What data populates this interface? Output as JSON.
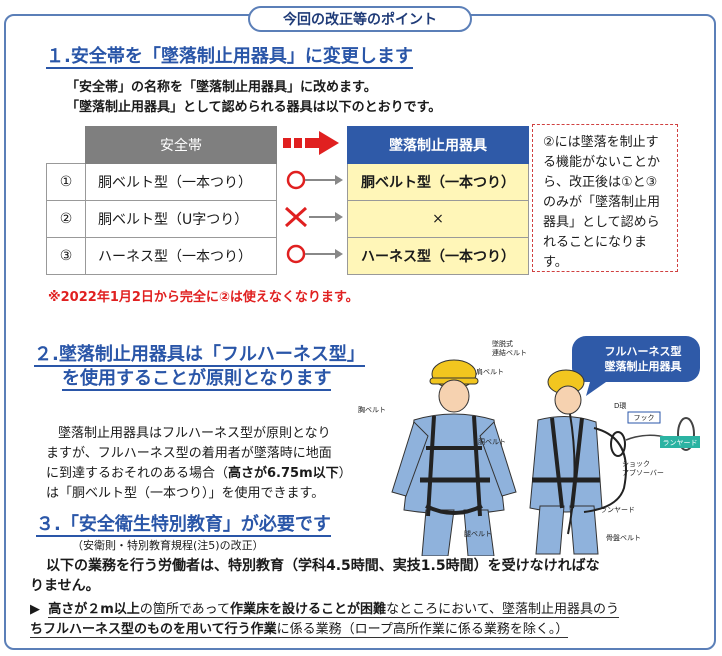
{
  "header": {
    "tab_title": "今回の改正等のポイント"
  },
  "section1": {
    "title": "１.安全帯を「墜落制止用器具」に変更します",
    "line1": "「安全帯」の名称を「墜落制止用器具」に改めます。",
    "line2": "「墜落制止用器具」として認められる器具は以下のとおりです。",
    "table": {
      "left_header": "安全帯",
      "right_header": "墜落制止用器具",
      "rows": [
        {
          "num": "①",
          "type": "胴ベルト型（一本つり）",
          "mark": "ok",
          "result": "胴ベルト型（一本つり）"
        },
        {
          "num": "②",
          "type": "胴ベルト型（U字つり）",
          "mark": "ng",
          "result": "×"
        },
        {
          "num": "③",
          "type": "ハーネス型（一本つり）",
          "mark": "ok",
          "result": "ハーネス型（一本つり）"
        }
      ]
    },
    "note": "②には墜落を制止する機能がないことから、改正後は①と③のみが「墜落制止用器具」として認められることになります。",
    "warning": "※2022年1月2日から完全に②は使えなくなります。"
  },
  "section2": {
    "title_line1": "２.墜落制止用器具は「フルハーネス型」",
    "title_line2": "を使用することが原則となります",
    "body_line1": "墜落制止用器具はフルハーネス型が原則となり",
    "body_line2": "ますが、フルハーネス型の着用者が墜落時に地面",
    "body_line3_a": "に到達するおそれのある場合（",
    "body_line3_b": "高さが6.75m以下",
    "body_line3_c": "）",
    "body_line4": "は「胴ベルト型（一本つり）」を使用できます。"
  },
  "illustration": {
    "callout": [
      "フルハーネス型",
      "墜落制止用器具"
    ],
    "labels": {
      "connector_belt": [
        "墜脱式",
        "連結ベルト"
      ],
      "shoulder_belt": "肩ベルト",
      "chest_belt": "胸ベルト",
      "waist_belt": "胴ベルト",
      "thigh_belt": "腿ベルト",
      "d_ring": "D環",
      "hook": "フック",
      "lanyard_tag": "ランヤード",
      "shock_absorber": [
        "ショック",
        "アブソーバー"
      ],
      "lanyard": "ランヤード",
      "seat_belt": "骨盤ベルト"
    }
  },
  "section3": {
    "title": "３.「安全衛生特別教育」が必要です",
    "subtitle": "（安衛則・特別教育規程(注5)の改正）",
    "body_line1": "以下の業務を行う労働者は、特別教育（学科4.5時間、実技1.5時間）を受けなければな",
    "body_line2": "りません。",
    "bullet_mark": "▶",
    "bullet_a": "高さが２m以上",
    "bullet_b": "の箇所であって",
    "bullet_c": "作業床を設けることが困難",
    "bullet_d": "なところにおいて、墜落制止用器具のう",
    "bullet_e": "ちフルハーネス型のものを用いて行う作業",
    "bullet_f": "に係る業務（ロープ高所作業に係る業務を除く。）"
  },
  "colors": {
    "border": "#5b7fb8",
    "heading": "#2a56a8",
    "accent_red": "#e02020",
    "highlight": "#fff6b8"
  }
}
